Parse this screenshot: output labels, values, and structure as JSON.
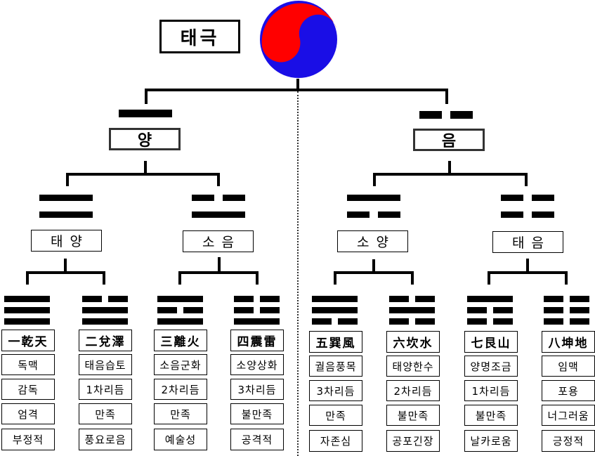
{
  "root": {
    "label": "태극",
    "icon": "taegeuk-icon",
    "colors": {
      "yang": "#ff0000",
      "yin": "#1a0ee6"
    }
  },
  "level1": [
    {
      "label": "양",
      "lines": [
        "yang"
      ]
    },
    {
      "label": "음",
      "lines": [
        "yin"
      ]
    }
  ],
  "level2": [
    {
      "label": "태양",
      "lines": [
        "yang",
        "yang"
      ]
    },
    {
      "label": "소음",
      "lines": [
        "yin",
        "yang"
      ]
    },
    {
      "label": "소양",
      "lines": [
        "yang",
        "yin"
      ]
    },
    {
      "label": "태음",
      "lines": [
        "yin",
        "yin"
      ]
    }
  ],
  "trigrams": [
    {
      "name": "一乾天",
      "lines": [
        "yang",
        "yang",
        "yang"
      ],
      "attrs": [
        "독맥",
        "감독",
        "엄격",
        "부정적"
      ]
    },
    {
      "name": "二兌澤",
      "lines": [
        "yin",
        "yang",
        "yang"
      ],
      "attrs": [
        "태음습토",
        "1차리듬",
        "만족",
        "풍요로음"
      ]
    },
    {
      "name": "三離火",
      "lines": [
        "yang",
        "yin",
        "yang"
      ],
      "attrs": [
        "소음군화",
        "2차리듬",
        "만족",
        "예술성"
      ]
    },
    {
      "name": "四震雷",
      "lines": [
        "yin",
        "yin",
        "yang"
      ],
      "attrs": [
        "소양상화",
        "3차리듬",
        "불만족",
        "공격적"
      ]
    },
    {
      "name": "五巽風",
      "lines": [
        "yang",
        "yang",
        "yin"
      ],
      "attrs": [
        "궐음풍목",
        "3차리듬",
        "만족",
        "자존심"
      ]
    },
    {
      "name": "六坎水",
      "lines": [
        "yin",
        "yang",
        "yin"
      ],
      "attrs": [
        "태양한수",
        "2차리듬",
        "불만족",
        "공포긴장"
      ]
    },
    {
      "name": "七艮山",
      "lines": [
        "yang",
        "yin",
        "yin"
      ],
      "attrs": [
        "양명조금",
        "1차리듬",
        "불만족",
        "날카로움"
      ]
    },
    {
      "name": "八坤地",
      "lines": [
        "yin",
        "yin",
        "yin"
      ],
      "attrs": [
        "임맥",
        "포용",
        "너그러움",
        "긍정적"
      ]
    }
  ]
}
